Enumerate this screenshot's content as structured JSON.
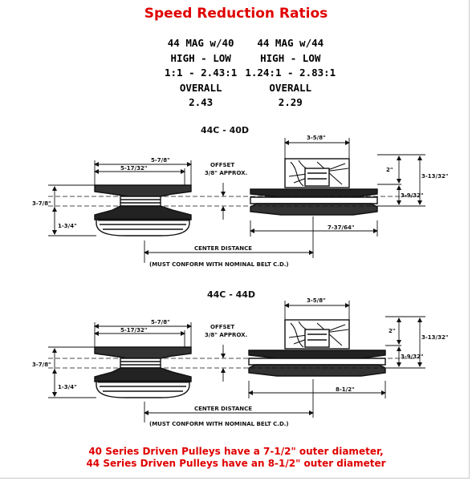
{
  "title": "Speed Reduction Ratios",
  "ratio_table": {
    "col1": {
      "model": "44 MAG w/40",
      "range_label": "HIGH - LOW",
      "ratio": "1:1 - 2.43:1",
      "overall_label": "OVERALL",
      "overall_value": "2.43"
    },
    "col2": {
      "model": "44 MAG w/44",
      "range_label": "HIGH - LOW",
      "ratio": "1.24:1 - 2.83:1",
      "overall_label": "OVERALL",
      "overall_value": "2.29"
    }
  },
  "diagrams": [
    {
      "label": "44C - 40D",
      "dims": {
        "top_width": "3-5/8\"",
        "outer_width": "5-7/8\"",
        "inner_width": "5-17/32\"",
        "offset_line1": "OFFSET",
        "offset_line2": "3/8\" APPROX.",
        "right_2": "2\"",
        "right_3_13_32": "3-13/32\"",
        "right_3_9_32": "3-9/32\"",
        "left_3_7_8": "3-7/8\"",
        "left_1_3_4": "1-3/4\"",
        "driven_dia": "7-37/64\"",
        "center_distance": "CENTER DISTANCE",
        "must_conform": "(MUST CONFORM WITH NOMINAL BELT C.D.)"
      }
    },
    {
      "label": "44C - 44D",
      "dims": {
        "top_width": "3-5/8\"",
        "outer_width": "5-7/8\"",
        "inner_width": "5-17/32\"",
        "offset_line1": "OFFSET",
        "offset_line2": "3/8\" APPROX.",
        "right_2": "2\"",
        "right_3_13_32": "3-13/32\"",
        "right_3_9_32": "3-9/32\"",
        "left_3_7_8": "3-7/8\"",
        "left_1_3_4": "1-3/4\"",
        "driven_dia": "8-1/2\"",
        "center_distance": "CENTER DISTANCE",
        "must_conform": "(MUST CONFORM WITH NOMINAL BELT C.D.)"
      }
    }
  ],
  "notes": [
    "40 Series Driven Pulleys have a 7-1/2\" outer diameter,",
    "44 Series Driven Pulleys have an 8-1/2\" outer diameter"
  ]
}
